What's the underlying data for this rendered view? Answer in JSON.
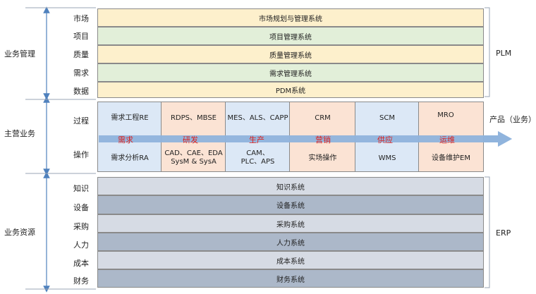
{
  "sections": {
    "business_management": "业务管理",
    "main_business": "主营业务",
    "business_resources": "业务资源"
  },
  "plm": {
    "rows": [
      {
        "label": "市场",
        "system": "市场规划与管理系统",
        "color": "#fdf0cc"
      },
      {
        "label": "项目",
        "system": "项目管理系统",
        "color": "#e2efd9"
      },
      {
        "label": "质量",
        "system": "质量管理系统",
        "color": "#fdf0cc"
      },
      {
        "label": "需求",
        "system": "需求管理系统",
        "color": "#e2efd9"
      },
      {
        "label": "数据",
        "system": "PDM系统",
        "color": "#fdf0cc"
      }
    ],
    "tag": "PLM"
  },
  "main": {
    "process_label": "过程",
    "operation_label": "操作",
    "columns": [
      {
        "top": "需求工程RE",
        "flow": "需求",
        "bottom": "需求分析RA",
        "color": "#dce8f6"
      },
      {
        "top": "RDPS、MBSE",
        "flow": "研发",
        "bottom": "CAD、CAE、EDA\nSysM & SysA",
        "color": "#fbe3d4"
      },
      {
        "top": "MES、ALS、CAPP",
        "flow": "生产",
        "bottom": "CAM、\nPLC、APS",
        "color": "#dce8f6"
      },
      {
        "top": "CRM",
        "flow": "营销",
        "bottom": "实场操作",
        "color": "#fbe3d4"
      },
      {
        "top": "SCM",
        "flow": "供应",
        "bottom": "WMS",
        "color": "#dce8f6"
      },
      {
        "top": "MRO",
        "flow": "运维",
        "bottom": "设备维护EM",
        "color": "#fbe3d4"
      }
    ],
    "output": "产品（业务）",
    "arrow_color": "#8fb3dc"
  },
  "erp": {
    "rows": [
      {
        "label": "知识",
        "system": "知识系统",
        "color": "#d6dbe4"
      },
      {
        "label": "设备",
        "system": "设备系统",
        "color": "#acb8c9"
      },
      {
        "label": "采购",
        "system": "采购系统",
        "color": "#d6dbe4"
      },
      {
        "label": "人力",
        "system": "人力系统",
        "color": "#acb8c9"
      },
      {
        "label": "成本",
        "system": "成本系统",
        "color": "#d6dbe4"
      },
      {
        "label": "财务",
        "system": "财务系统",
        "color": "#acb8c9"
      }
    ],
    "tag": "ERP"
  },
  "colors": {
    "axis": "#4f81bd",
    "bracket": "#9aa4b4",
    "flow_text": "#e0201b"
  }
}
